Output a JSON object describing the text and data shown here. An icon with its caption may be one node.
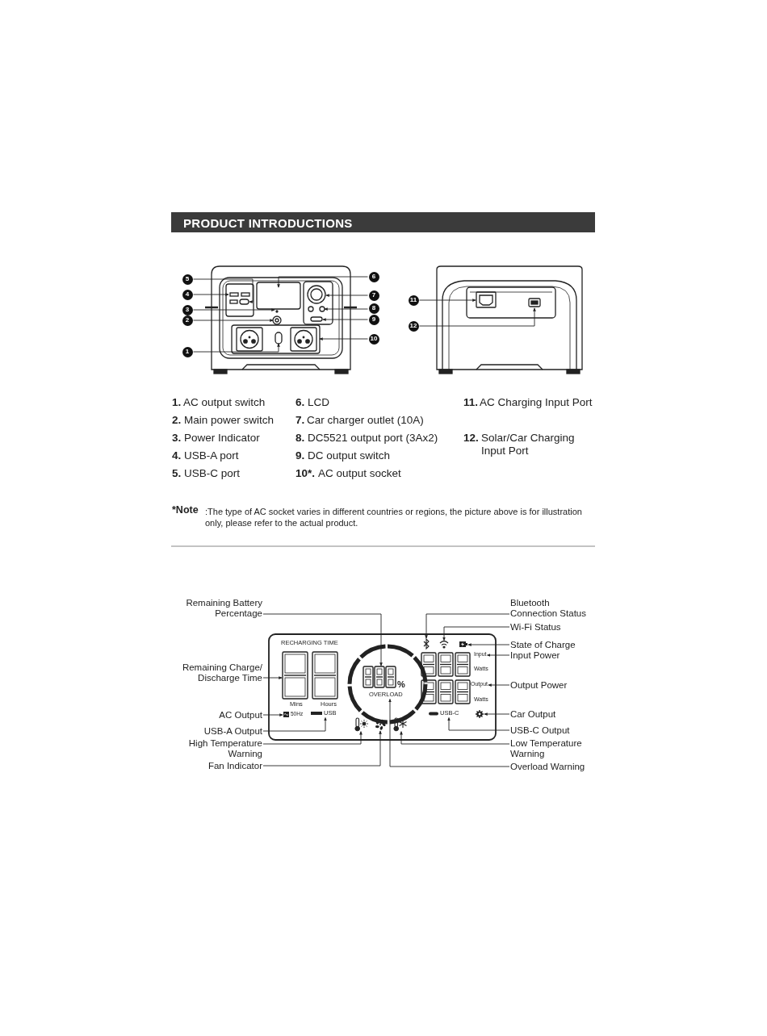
{
  "diagram": {
    "title": "PRODUCT INTRODUCTIONS",
    "nodes": [
      {
        "text": [
          "1"
        ]
      },
      {
        "text": [
          "2"
        ]
      },
      {
        "text": [
          "3"
        ]
      },
      {
        "text": [
          "4"
        ]
      },
      {
        "text": [
          "5"
        ]
      },
      {
        "text": [
          "6"
        ]
      },
      {
        "text": [
          "7"
        ]
      },
      {
        "text": [
          "8"
        ]
      },
      {
        "text": [
          "9"
        ]
      },
      {
        "text": [
          "10"
        ]
      },
      {
        "text": [
          "11"
        ]
      },
      {
        "text": [
          "12"
        ]
      },
      {
        "text": [
          "Remaining Battery Percentage"
        ]
      },
      {
        "text": [
          "Remaining Charge/ Discharge Time"
        ]
      },
      {
        "text": [
          "AC Output"
        ]
      },
      {
        "text": [
          "USB-A Output"
        ]
      },
      {
        "text": [
          "High Temperature Warning"
        ]
      },
      {
        "text": [
          "Fan Indicator"
        ]
      },
      {
        "text": [
          "Bluetooth Connection Status"
        ]
      },
      {
        "text": [
          "Wi-Fi Status"
        ]
      },
      {
        "text": [
          "State of Charge"
        ]
      },
      {
        "text": [
          "Input Power"
        ]
      },
      {
        "text": [
          "Output Power"
        ]
      },
      {
        "text": [
          "Car Output"
        ]
      },
      {
        "text": [
          "USB-C Output"
        ]
      },
      {
        "text": [
          "Low Temperature Warning"
        ]
      },
      {
        "text": [
          "Overload Warning"
        ]
      },
      {
        "text": [],
        "shape": "display"
      },
      {
        "text": [],
        "shape": "display"
      },
      {
        "text": [],
        "shape": "icon"
      },
      {
        "text": [
          "USB"
        ]
      },
      {
        "text": [],
        "shape": "icon"
      },
      {
        "text": [],
        "shape": "icon"
      },
      {
        "text": [],
        "shape": "icon"
      },
      {
        "text": [],
        "shape": "icon"
      },
      {
        "text": [],
        "shape": "icon"
      },
      {
        "text": [
          "Input"
        ]
      },
      {
        "text": [
          "Output"
        ]
      },
      {
        "text": [],
        "shape": "icon"
      },
      {
        "text": [
          "USB-C"
        ]
      },
      {
        "text": [],
        "shape": "icon"
      },
      {
        "text": [
          "OVERLOAD"
        ]
      }
    ],
    "edges": [
      {
        "from": 0,
        "to": null,
        "arrow": "to"
      },
      {
        "from": 1,
        "to": null,
        "arrow": "to"
      },
      {
        "from": 2,
        "to": null,
        "arrow": "to"
      },
      {
        "from": 3,
        "to": null,
        "arrow": "to"
      },
      {
        "from": 4,
        "to": null,
        "arrow": "to"
      },
      {
        "from": 5,
        "to": null,
        "arrow": "to"
      },
      {
        "from": 6,
        "to": null,
        "arrow": "to"
      },
      {
        "from": 7,
        "to": null,
        "arrow": "to"
      },
      {
        "from": 8,
        "to": null,
        "arrow": "to"
      },
      {
        "from": 9,
        "to": null,
        "arrow": "to"
      },
      {
        "from": 10,
        "to": null,
        "arrow": "to"
      },
      {
        "from": 11,
        "to": null,
        "arrow": "to"
      },
      {
        "from": 12,
        "to": 28,
        "arrow": "to"
      },
      {
        "from": 13,
        "to": 27,
        "arrow": "to"
      },
      {
        "from": 14,
        "to": 29,
        "arrow": "to"
      },
      {
        "from": 15,
        "to": 30,
        "arrow": "to"
      },
      {
        "from": 16,
        "to": 31,
        "arrow": "to"
      },
      {
        "from": 17,
        "to": 32,
        "arrow": "to"
      },
      {
        "from": 18,
        "to": 33,
        "arrow": "to"
      },
      {
        "from": 19,
        "to": 34,
        "arrow": "to"
      },
      {
        "from": 20,
        "to": 35,
        "arrow": "to"
      },
      {
        "from": 21,
        "to": 36,
        "arrow": "to"
      },
      {
        "from": 22,
        "to": 37,
        "arrow": "to"
      },
      {
        "from": 23,
        "to": 38,
        "arrow": "to"
      },
      {
        "from": 24,
        "to": 39,
        "arrow": "to"
      },
      {
        "from": 25,
        "to": 40,
        "arrow": "to"
      },
      {
        "from": 26,
        "to": 41,
        "arrow": "to"
      }
    ],
    "labels": [
      "1.",
      "AC output switch",
      "6.",
      "LCD",
      "11.",
      "AC Charging Input Port",
      "2.",
      "Main power switch",
      "7.",
      "Car charger outlet (10A)",
      "3.",
      "Power Indicator",
      "8.",
      "DC5521 output port (3Ax2)",
      "12.",
      "Solar/Car Charging Input Port",
      "4.",
      "USB-A port",
      "9.",
      "DC output switch",
      "5.",
      "USB-C port",
      "10*.",
      "AC output socket",
      "*Note",
      ":The type of AC socket varies in different countries or regions, the picture above is for illustration only, please refer to the actual product.",
      "RECHARGING TIME",
      "Mins",
      "Hours",
      "50Hz",
      "%",
      "Watts",
      "Watts"
    ]
  }
}
